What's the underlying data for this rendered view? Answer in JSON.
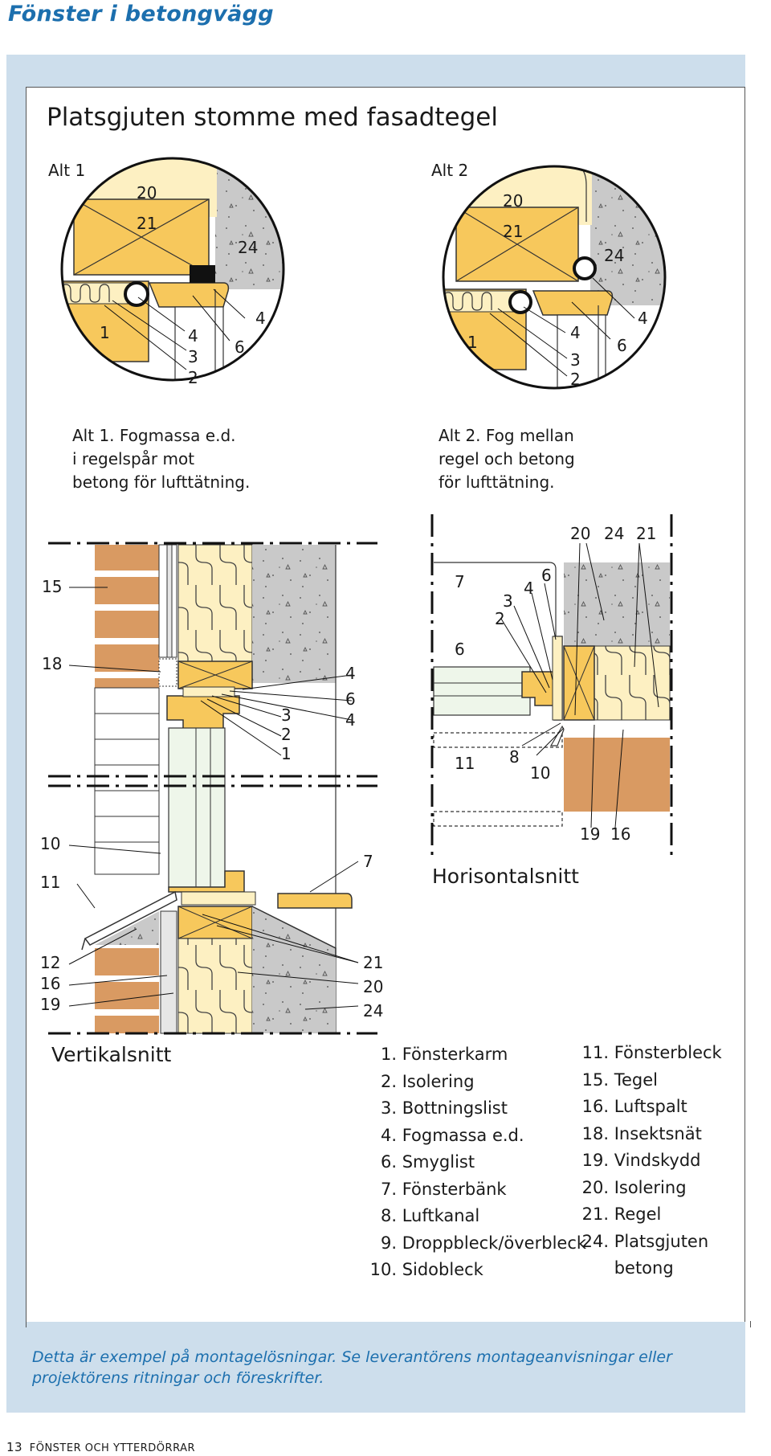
{
  "page": {
    "heading": "Fönster i betongvägg",
    "footnote": "Detta är exempel på montagelösningar. Se leverantörens montageanvisningar eller projektörens ritningar och föreskrifter.",
    "footer_number": "13",
    "footer_text": "FÖNSTER OCH YTTERDÖRRAR"
  },
  "figure": {
    "title": "Platsgjuten stomme med fasadtegel",
    "alt1": {
      "label": "Alt 1",
      "caption": [
        "Alt 1. Fogmassa e.d.",
        "i regelspår mot",
        "betong för lufttätning."
      ],
      "callouts": [
        "20",
        "21",
        "24",
        "1",
        "4",
        "3",
        "2",
        "6",
        "4"
      ]
    },
    "alt2": {
      "label": "Alt 2",
      "caption": [
        "Alt 2. Fog mellan",
        "regel och betong",
        "för lufttätning."
      ],
      "callouts": [
        "20",
        "21",
        "24",
        "1",
        "4",
        "3",
        "2",
        "6",
        "4"
      ]
    },
    "vertical": {
      "label": "Vertikalsnitt",
      "callouts": [
        "15",
        "18",
        "4",
        "6",
        "4",
        "3",
        "2",
        "1",
        "10",
        "11",
        "7",
        "12",
        "16",
        "19",
        "21",
        "20",
        "24"
      ]
    },
    "horizontal": {
      "label": "Horisontalsnitt",
      "callouts": [
        "20",
        "24",
        "21",
        "7",
        "6",
        "4",
        "3",
        "2",
        "6",
        "11",
        "8",
        "10",
        "19",
        "16"
      ]
    },
    "colors": {
      "wood": "#f7c85c",
      "insulation": "#fdf0c2",
      "concrete": "#c9c9c9",
      "brick": "#d99a62",
      "panel_bg": "#cddeec",
      "accent": "#1c6fae"
    }
  },
  "legend": {
    "left": [
      {
        "num": "1.",
        "text": "Fönsterkarm"
      },
      {
        "num": "2.",
        "text": "Isolering"
      },
      {
        "num": "3.",
        "text": "Bottningslist"
      },
      {
        "num": "4.",
        "text": "Fogmassa e.d."
      },
      {
        "num": "6.",
        "text": "Smyglist"
      },
      {
        "num": "7.",
        "text": "Fönsterbänk"
      },
      {
        "num": "8.",
        "text": "Luftkanal"
      },
      {
        "num": "9.",
        "text": "Droppbleck/överbleck"
      },
      {
        "num": "10.",
        "text": "Sidobleck"
      }
    ],
    "right": [
      {
        "num": "11.",
        "text": "Fönsterbleck"
      },
      {
        "num": "15.",
        "text": "Tegel"
      },
      {
        "num": "16.",
        "text": "Luftspalt"
      },
      {
        "num": "18.",
        "text": "Insektsnät"
      },
      {
        "num": "19.",
        "text": "Vindskydd"
      },
      {
        "num": "20.",
        "text": "Isolering"
      },
      {
        "num": "21.",
        "text": "Regel"
      },
      {
        "num": "24.",
        "text": "Platsgjuten"
      },
      {
        "num": "",
        "text": "betong"
      }
    ]
  }
}
